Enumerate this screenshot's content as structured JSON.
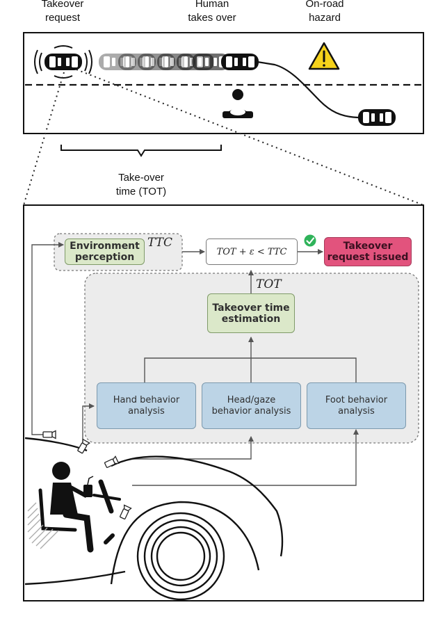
{
  "top_labels": {
    "takeover_request": [
      "Takeover",
      "request"
    ],
    "human_takes_over": [
      "Human",
      "takes over"
    ],
    "on_road_hazard": [
      "On-road",
      "hazard"
    ]
  },
  "tot_brace_label": [
    "Take-over",
    "time (TOT)"
  ],
  "flow": {
    "environment_perception": [
      "Environment",
      "perception"
    ],
    "ttc_label": "TTC",
    "inequality": "TOT + ε < TTC",
    "takeover_request_issued": [
      "Takeover",
      "request issued"
    ],
    "tot_label": "TOT",
    "takeover_time_estimation": [
      "Takeover time",
      "estimation"
    ],
    "hand_behavior": [
      "Hand behavior",
      "analysis"
    ],
    "head_gaze_behavior": [
      "Head/gaze",
      "behavior analysis"
    ],
    "foot_behavior": [
      "Foot behavior",
      "analysis"
    ]
  },
  "colors": {
    "module_green": "#dbe8c9",
    "analysis_blue": "#bcd4e6",
    "request_pink": "#e2537d",
    "group_gray": "#ececec",
    "check_green": "#2fb35a",
    "hazard_yellow": "#f5d21b"
  },
  "icons": [
    "warning-icon",
    "check-icon",
    "driver-icon",
    "camera-icon",
    "car-icon"
  ]
}
